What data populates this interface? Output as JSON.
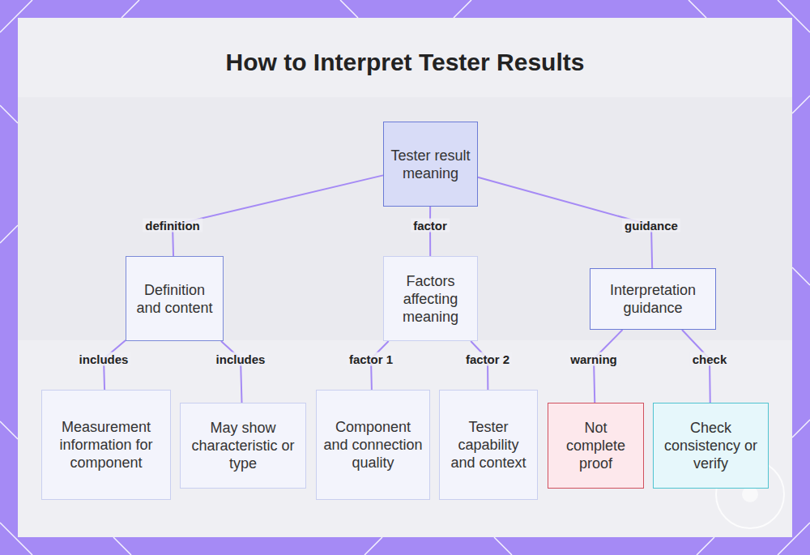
{
  "diagram": {
    "title": "How to Interpret Tester Results",
    "nodes": [
      {
        "text": [
          "Tester result meaning"
        ]
      },
      {
        "text": [
          "Definition and content"
        ]
      },
      {
        "text": [
          "Factors affecting meaning"
        ]
      },
      {
        "text": [
          "Interpretation guidance"
        ]
      },
      {
        "text": [
          "Measurement information for component"
        ]
      },
      {
        "text": [
          "May show characteristic or type"
        ]
      },
      {
        "text": [
          "Component and connection quality"
        ]
      },
      {
        "text": [
          "Tester capability and context"
        ]
      },
      {
        "text": [
          "Not complete proof"
        ]
      },
      {
        "text": [
          "Check consistency or verify"
        ]
      }
    ],
    "edges": [
      {
        "from": 0,
        "to": 1,
        "label": "definition",
        "arrow": "none"
      },
      {
        "from": 0,
        "to": 2,
        "label": "factor",
        "arrow": "none"
      },
      {
        "from": 0,
        "to": 3,
        "label": "guidance",
        "arrow": "none"
      },
      {
        "from": 1,
        "to": 4,
        "label": "includes",
        "arrow": "none"
      },
      {
        "from": 1,
        "to": 5,
        "label": "includes",
        "arrow": "none"
      },
      {
        "from": 2,
        "to": 6,
        "label": "factor 1",
        "arrow": "none"
      },
      {
        "from": 2,
        "to": 7,
        "label": "factor 2",
        "arrow": "none"
      },
      {
        "from": 3,
        "to": 8,
        "label": "warning",
        "arrow": "none"
      },
      {
        "from": 3,
        "to": 9,
        "label": "check",
        "arrow": "none"
      }
    ]
  }
}
